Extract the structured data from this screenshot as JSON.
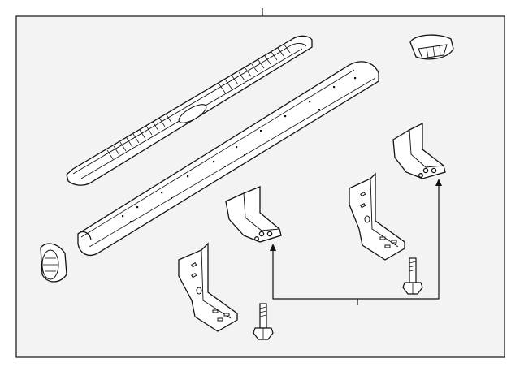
{
  "diagram": {
    "type": "exploded parts diagram",
    "colors": {
      "background": "#f3f3f3",
      "line": "#111111",
      "part_fill": "#ffffff"
    },
    "parts": [
      {
        "name": "step-pad",
        "icon": "running-board-step-pad"
      },
      {
        "name": "running-board",
        "icon": "running-board-bar"
      },
      {
        "name": "front-end-cap",
        "icon": "end-cap"
      },
      {
        "name": "rear-end-cap",
        "icon": "end-cap"
      },
      {
        "name": "front-mounting-bracket",
        "icon": "bracket"
      },
      {
        "name": "front-upper-bracket",
        "icon": "bracket"
      },
      {
        "name": "rear-mounting-bracket",
        "icon": "bracket"
      },
      {
        "name": "rear-upper-bracket",
        "icon": "bracket"
      },
      {
        "name": "front-bolt",
        "icon": "bolt"
      },
      {
        "name": "rear-bolt",
        "icon": "bolt"
      }
    ]
  }
}
